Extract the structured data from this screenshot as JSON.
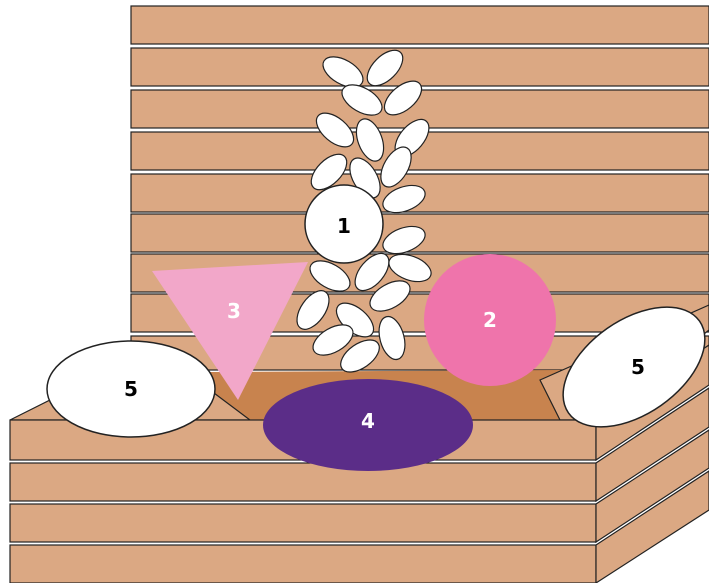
{
  "colors": {
    "wood": "#dba883",
    "wood_dark": "#c8834e",
    "outline": "#222222",
    "white": "#ffffff",
    "pink_light": "#f2a7c9",
    "pink": "#ef74ab",
    "purple": "#5b2d88",
    "leaf": "#ffffff"
  },
  "items": [
    {
      "id": "1",
      "label": "1",
      "shape": "circle",
      "color": "#ffffff",
      "text_color": "#000000"
    },
    {
      "id": "2",
      "label": "2",
      "shape": "circle",
      "color": "#ef74ab",
      "text_color": "#ffffff"
    },
    {
      "id": "3",
      "label": "3",
      "shape": "triangle",
      "color": "#f2a7c9",
      "text_color": "#ffffff"
    },
    {
      "id": "4",
      "label": "4",
      "shape": "ellipse",
      "color": "#5b2d88",
      "text_color": "#ffffff"
    },
    {
      "id": "5a",
      "label": "5",
      "shape": "ellipse",
      "color": "#ffffff",
      "text_color": "#000000"
    },
    {
      "id": "5b",
      "label": "5",
      "shape": "ellipse",
      "color": "#ffffff",
      "text_color": "#000000"
    }
  ]
}
